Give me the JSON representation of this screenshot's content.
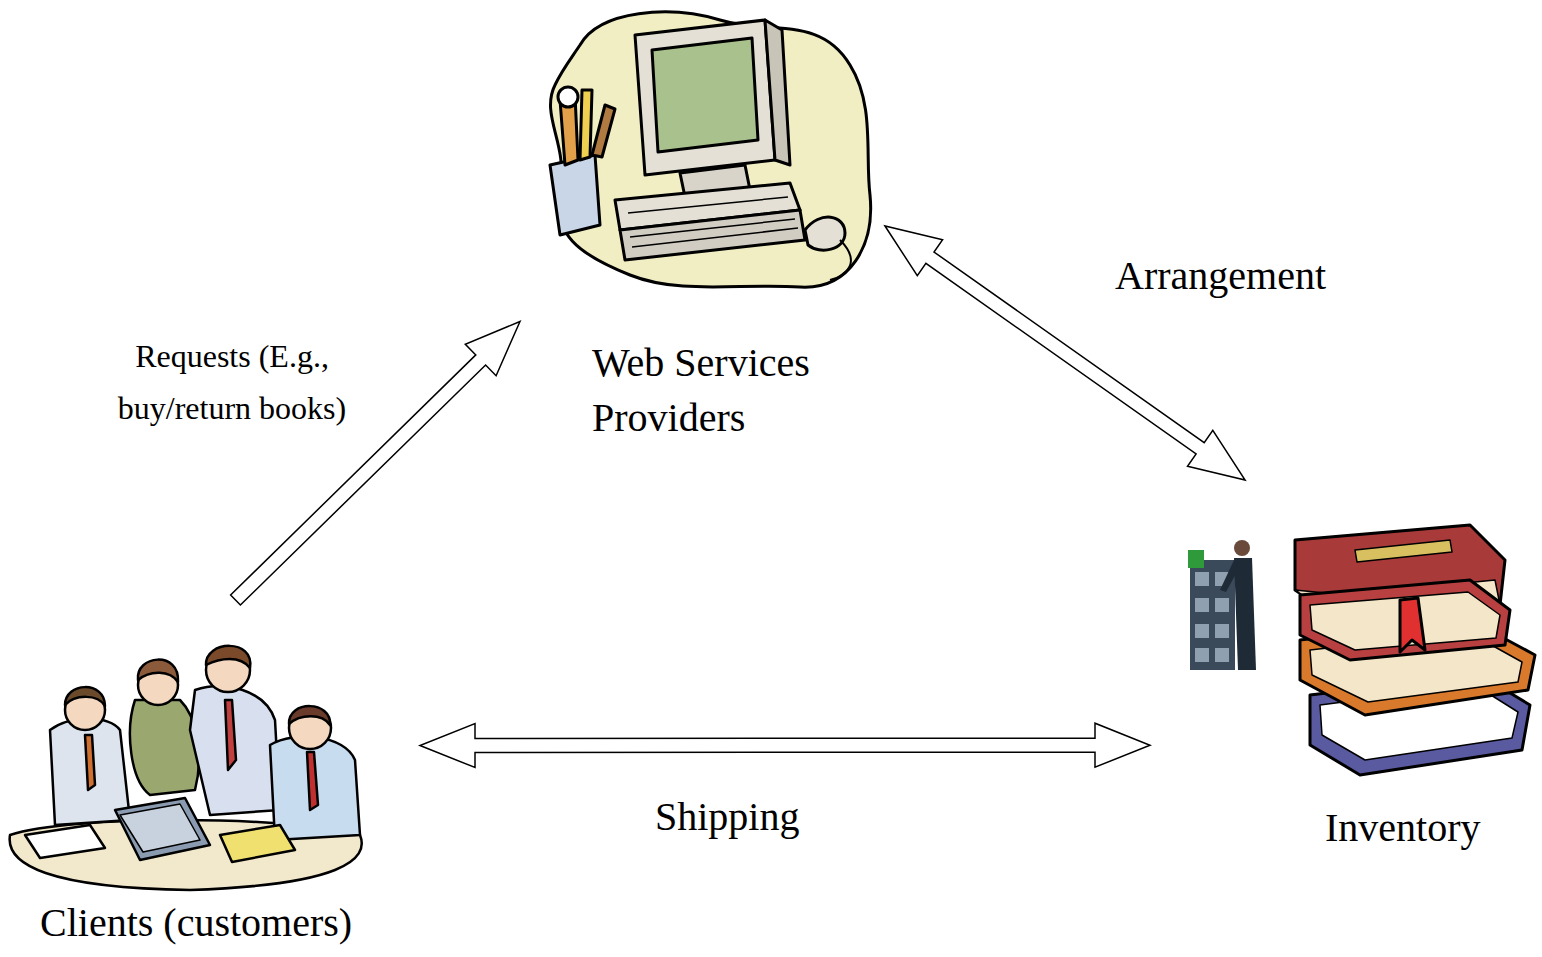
{
  "diagram": {
    "nodes": [
      {
        "text": [
          "Web Services Providers"
        ]
      },
      {
        "text": [
          "Inventory"
        ]
      },
      {
        "text": [
          "Clients (customers)"
        ]
      }
    ],
    "edges": [
      {
        "from": 2,
        "to": 0,
        "arrow": "to",
        "label": "Requests (E.g., buy/return books)"
      },
      {
        "from": 0,
        "to": 1,
        "arrow": "both",
        "label": "Arrangement"
      },
      {
        "from": 2,
        "to": 1,
        "arrow": "both",
        "label": "Shipping"
      }
    ]
  }
}
